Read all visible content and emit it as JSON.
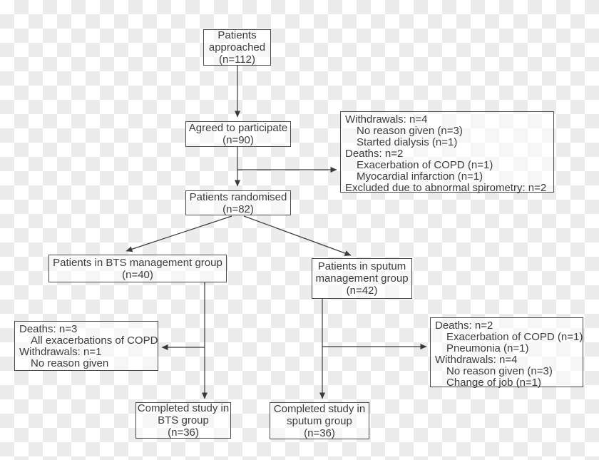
{
  "boxes": {
    "patients_approached": {
      "lines": [
        "Patients",
        "approached",
        "(n=112)"
      ]
    },
    "agreed_to_participate": {
      "lines": [
        "Agreed to participate",
        "(n=90)"
      ]
    },
    "withdrawals_exclusions": {
      "lines": [
        "Withdrawals: n=4",
        "No reason given (n=3)",
        "Started dialysis (n=1)",
        "Deaths: n=2",
        "Exacerbation of COPD (n=1)",
        "Myocardial infarction (n=1)",
        "Excluded due to abnormal spirometry: n=2"
      ]
    },
    "patients_randomised": {
      "lines": [
        "Patients randomised",
        "(n=82)"
      ]
    },
    "bts_group": {
      "lines": [
        "Patients in BTS management group",
        "(n=40)"
      ]
    },
    "sputum_group": {
      "lines": [
        "Patients in sputum",
        "management group",
        "(n=42)"
      ]
    },
    "bts_losses": {
      "lines": [
        "Deaths: n=3",
        "All exacerbations of COPD",
        "Withdrawals: n=1",
        "No reason given"
      ]
    },
    "sputum_losses": {
      "lines": [
        "Deaths: n=2",
        "Exacerbation of COPD (n=1)",
        "Pneumonia (n=1)",
        "Withdrawals: n=4",
        "No reason given (n=3)",
        "Change of job (n=1)"
      ]
    },
    "completed_bts": {
      "lines": [
        "Completed study in",
        "BTS group",
        "(n=36)"
      ]
    },
    "completed_sputum": {
      "lines": [
        "Completed study in",
        "sputum group",
        "(n=36)"
      ]
    }
  },
  "colors": {
    "connector": "#3a3a3a",
    "box_border": "#4a4a4a",
    "text": "#3c3c3c",
    "checker_gray": "#ececec",
    "checker_white": "#ffffff"
  }
}
